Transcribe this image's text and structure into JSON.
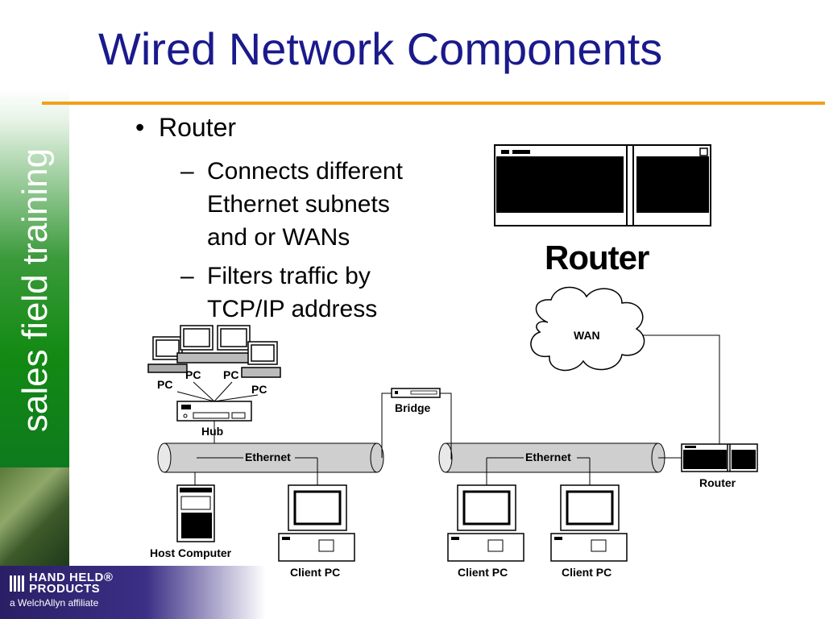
{
  "slide": {
    "title": "Wired Network Components",
    "sidebar_text": "sales field training",
    "bullet": "Router",
    "sub_bullets": [
      {
        "dash": "–",
        "lines": [
          "Connects different",
          "Ethernet subnets",
          "and or WANs"
        ]
      },
      {
        "dash": "–",
        "lines": [
          "Filters traffic by",
          "TCP/IP address"
        ]
      }
    ],
    "router_caption": "Router"
  },
  "logo": {
    "line1": "HAND HELD®",
    "line2": "PRODUCTS",
    "line3": "a WelchAllyn affiliate"
  },
  "diagram": {
    "labels": {
      "pc1": "PC",
      "pc2": "PC",
      "pc3": "PC",
      "pc4": "PC",
      "hub": "Hub",
      "bridge": "Bridge",
      "wan": "WAN",
      "ethernet_left": "Ethernet",
      "ethernet_right": "Ethernet",
      "router": "Router",
      "host": "Host Computer",
      "client1": "Client PC",
      "client2": "Client PC",
      "client3": "Client PC"
    }
  },
  "colors": {
    "title": "#1a1a8c",
    "rule": "#f2a01a",
    "sidebar": "#138a13",
    "logo_band": "#2a1f66",
    "cable": "#cfcfcf"
  }
}
